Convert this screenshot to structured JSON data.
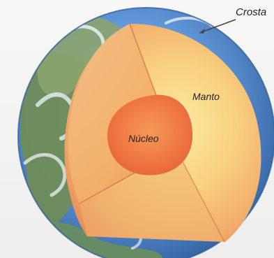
{
  "diagram": {
    "labels": {
      "crust": "Crosta",
      "mantle": "Manto",
      "core": "Núcleo"
    },
    "colors": {
      "ocean": "#4a7fc8",
      "land": "#7f9a5c",
      "mantle_outer": "#f3b37a",
      "mantle_inner": "#f6cf79",
      "core": "#f07a43",
      "cut_face": "#f1c082"
    }
  }
}
